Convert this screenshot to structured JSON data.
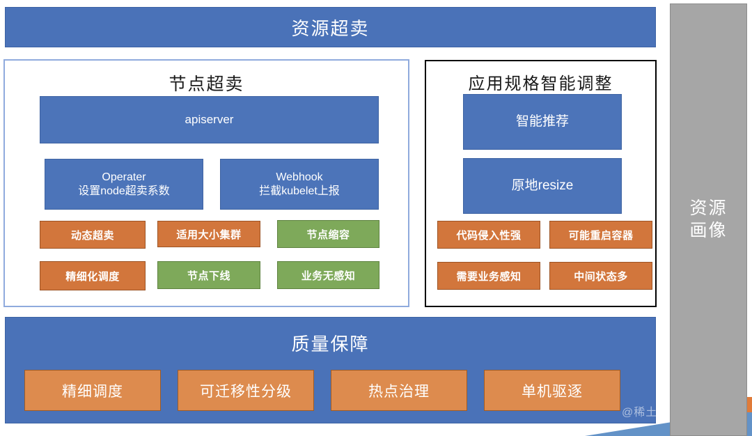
{
  "header": {
    "title": "资源超卖"
  },
  "node_panel": {
    "title": "节点超卖",
    "apiserver": {
      "label": "apiserver"
    },
    "operater": {
      "line1": "Operater",
      "line2": "设置node超卖系数"
    },
    "webhook": {
      "line1": "Webhook",
      "line2": "拦截kubelet上报"
    },
    "tags": [
      {
        "label": "动态超卖",
        "color": "orange"
      },
      {
        "label": "适用大小集群",
        "color": "orange"
      },
      {
        "label": "节点缩容",
        "color": "green"
      },
      {
        "label": "精细化调度",
        "color": "orange"
      },
      {
        "label": "节点下线",
        "color": "green"
      },
      {
        "label": "业务无感知",
        "color": "green"
      }
    ]
  },
  "app_panel": {
    "title": "应用规格智能调整",
    "recommend": {
      "label": "智能推荐"
    },
    "resize": {
      "label": "原地resize"
    },
    "tags": [
      {
        "label": "代码侵入性强",
        "color": "orange"
      },
      {
        "label": "可能重启容器",
        "color": "orange"
      },
      {
        "label": "需要业务感知",
        "color": "orange"
      },
      {
        "label": "中间状态多",
        "color": "orange"
      }
    ]
  },
  "quality_panel": {
    "title": "质量保障",
    "tags": [
      {
        "label": "精细调度"
      },
      {
        "label": "可迁移性分级"
      },
      {
        "label": "热点治理"
      },
      {
        "label": "单机驱逐"
      }
    ]
  },
  "profile_column": {
    "line1": "资源",
    "line2": "画像"
  },
  "watermark": {
    "text": "@稀土掘金技术社区"
  },
  "colors": {
    "blue": "#4A72B8",
    "blue_box": "#4C74B9",
    "orange": "#D2763C",
    "orange_large": "#DD8B4E",
    "green": "#7EA95A",
    "gray": "#A6A6A6",
    "panel_border_blue": "#8FAADD",
    "panel_border_black": "#000000"
  }
}
